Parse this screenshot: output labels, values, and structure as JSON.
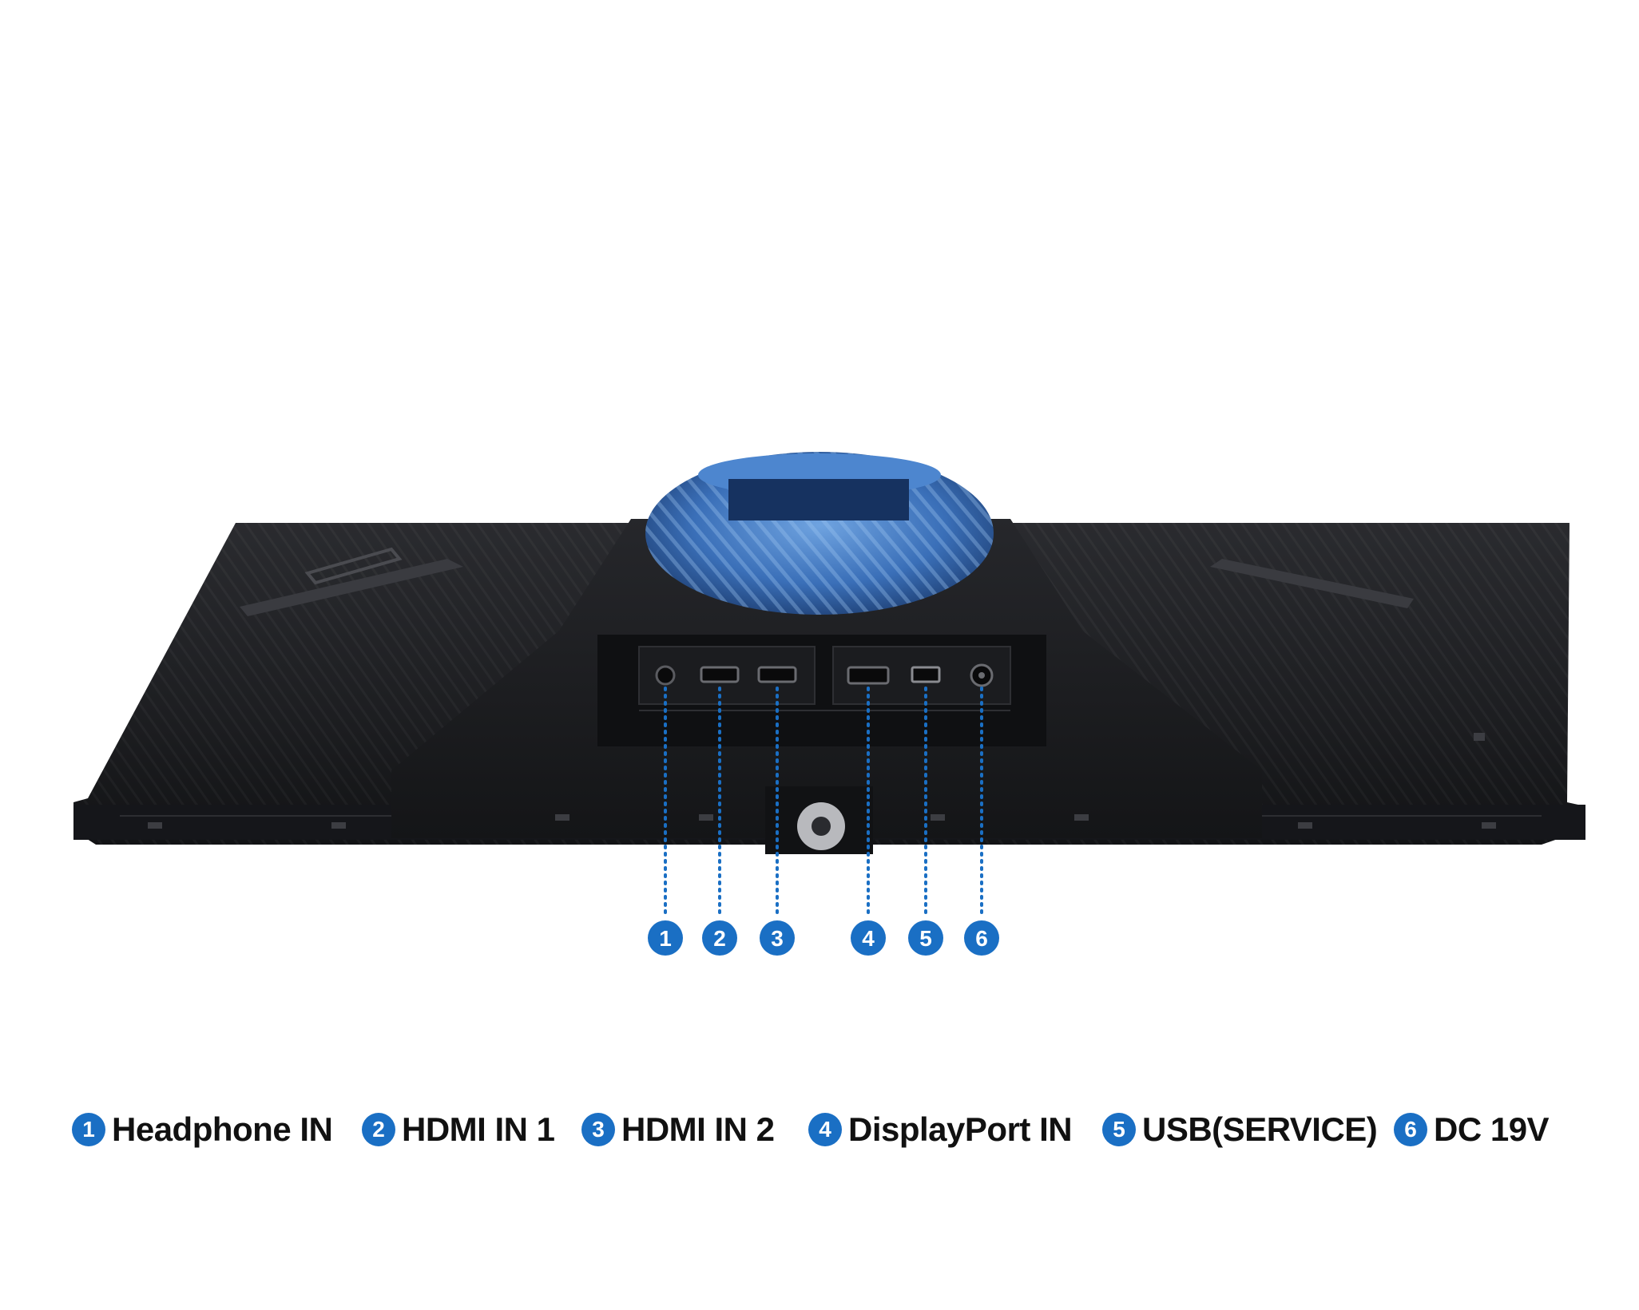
{
  "colors": {
    "accent_blue": "#1a6fc4",
    "body_dark": "#1c1d20",
    "stand_blue": "#3d72b5",
    "text": "#111111"
  },
  "ports": [
    {
      "number": "1",
      "label": "Headphone IN",
      "icon": "audio-jack-icon"
    },
    {
      "number": "2",
      "label": "HDMI IN 1",
      "icon": "hdmi-port-icon"
    },
    {
      "number": "3",
      "label": "HDMI IN 2",
      "icon": "hdmi-port-icon"
    },
    {
      "number": "4",
      "label": "DisplayPort IN",
      "icon": "displayport-icon"
    },
    {
      "number": "5",
      "label": "USB(SERVICE)",
      "icon": "usb-port-icon"
    },
    {
      "number": "6",
      "label": "DC 19V",
      "icon": "dc-power-jack-icon"
    }
  ]
}
